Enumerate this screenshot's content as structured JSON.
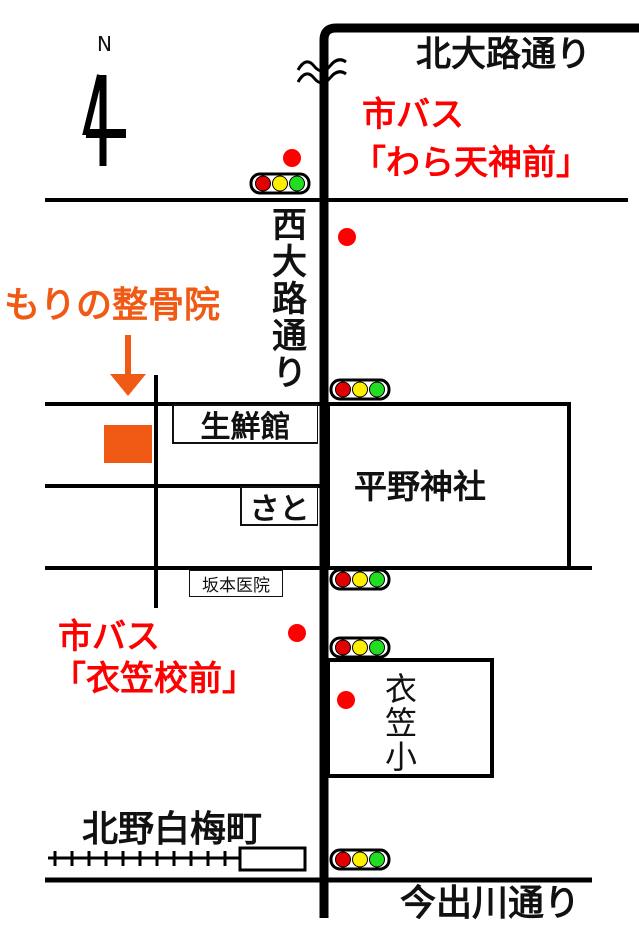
{
  "compass": {
    "label": "N"
  },
  "roads": {
    "kitaoji": "北大路通り",
    "nishioji": "西大路通り",
    "imadegawa": "今出川通り"
  },
  "bus_stops": {
    "north": {
      "line1": "市バス",
      "line2": "「わら天神前」"
    },
    "south": {
      "line1": "市バス",
      "line2": "「衣笠校前」"
    }
  },
  "destination": {
    "name": "もりの整骨院"
  },
  "landmarks": {
    "seisenkan": "生鮮館",
    "sato": "さと",
    "sakamoto_clinic": "坂本医院",
    "hirano_shrine": "平野神社",
    "kinugasa_school": "衣笠小",
    "kitano_hakubaicho": "北野白梅町"
  },
  "colors": {
    "bus": "#ff0000",
    "destination": "#f05a14",
    "signal_red": "#e00000",
    "signal_yellow": "#ffee00",
    "signal_green": "#22dd22"
  }
}
